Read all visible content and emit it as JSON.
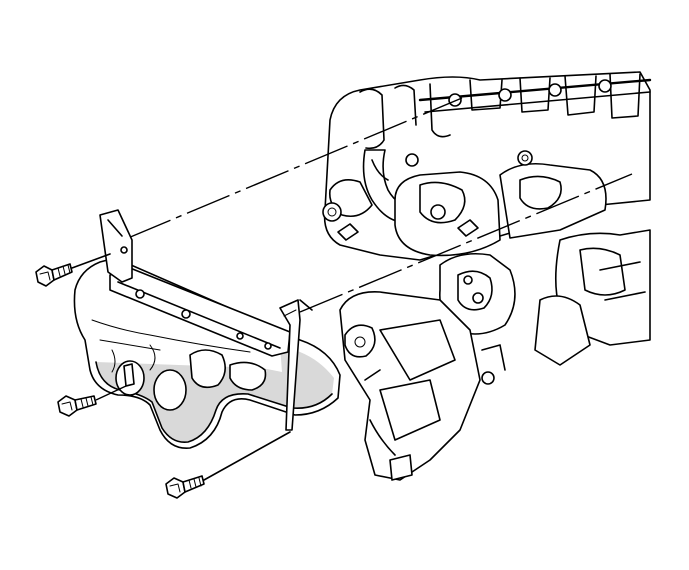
{
  "colors": {
    "background": "#ffffff",
    "ink": "#000000",
    "shade": "#d9d9d9"
  },
  "parts": {
    "exhaust_manifold": "exhaust-manifold-heat-shield",
    "bracket_left": "bracket-tab-left",
    "bracket_right": "bracket-tab-right",
    "bolt_upper": "bolt-upper",
    "bolt_middle": "bolt-middle",
    "bolt_lower": "bolt-lower",
    "engine_block": "engine-assembly"
  }
}
